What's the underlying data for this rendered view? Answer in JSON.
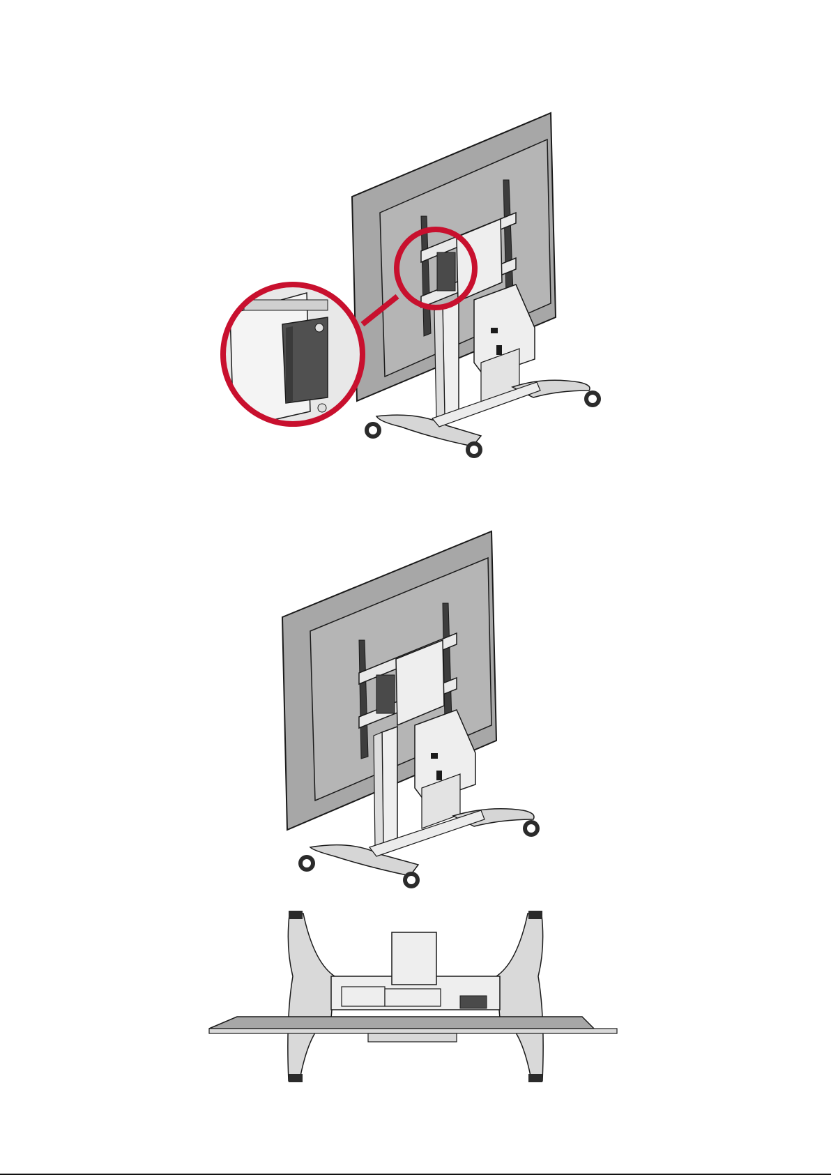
{
  "document": {
    "figures": [
      {
        "id": "top",
        "name": "display-on-stand-with-callout"
      },
      {
        "id": "mid",
        "name": "display-on-stand-assembled"
      },
      {
        "id": "bottom",
        "name": "display-on-stand-top-view"
      }
    ]
  },
  "colors": {
    "callout_red": "#c8102e",
    "panel_gray": "#a7a7a7",
    "panel_inner": "#b3b3b3",
    "bracket_dark": "#4a4a4a",
    "line": "#1a1a1a",
    "light_part": "#e9e9e9"
  }
}
